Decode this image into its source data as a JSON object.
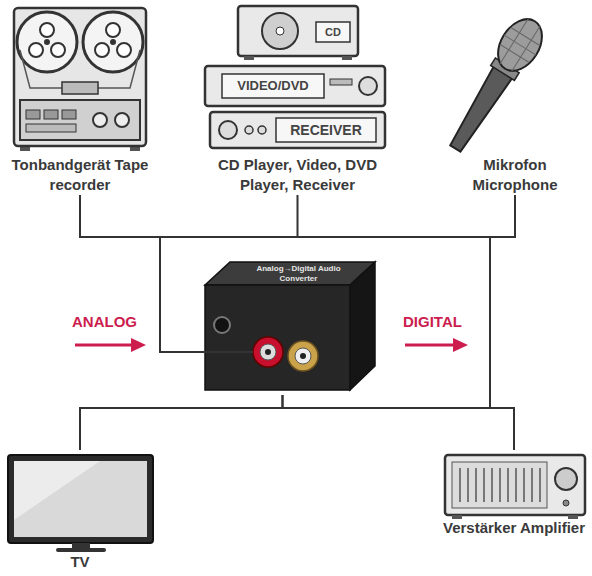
{
  "diagram": {
    "nodes": [
      {
        "text": [
          "Tonbandgerät Tape recorder"
        ]
      },
      {
        "text": [
          "CD Player, Video, DVD Player, Receiver"
        ]
      },
      {
        "text": [
          "Mikrofon Microphone"
        ]
      },
      {
        "text": [
          "Analog→Digital Audio Converter"
        ]
      },
      {
        "text": [
          "TV"
        ]
      },
      {
        "text": [
          "Verstärker Amplifier"
        ]
      }
    ],
    "edges": [
      {
        "from": 0,
        "to": 3,
        "arrow": "none"
      },
      {
        "from": 1,
        "to": 3,
        "arrow": "none"
      },
      {
        "from": 2,
        "to": 3,
        "arrow": "none"
      },
      {
        "from": 3,
        "to": 4,
        "arrow": "none"
      },
      {
        "from": 3,
        "to": 5,
        "arrow": "none"
      }
    ],
    "labels": [
      "CD",
      "VIDEO/DVD",
      "RECEIVER",
      "ANALOG",
      "DIGITAL"
    ]
  }
}
